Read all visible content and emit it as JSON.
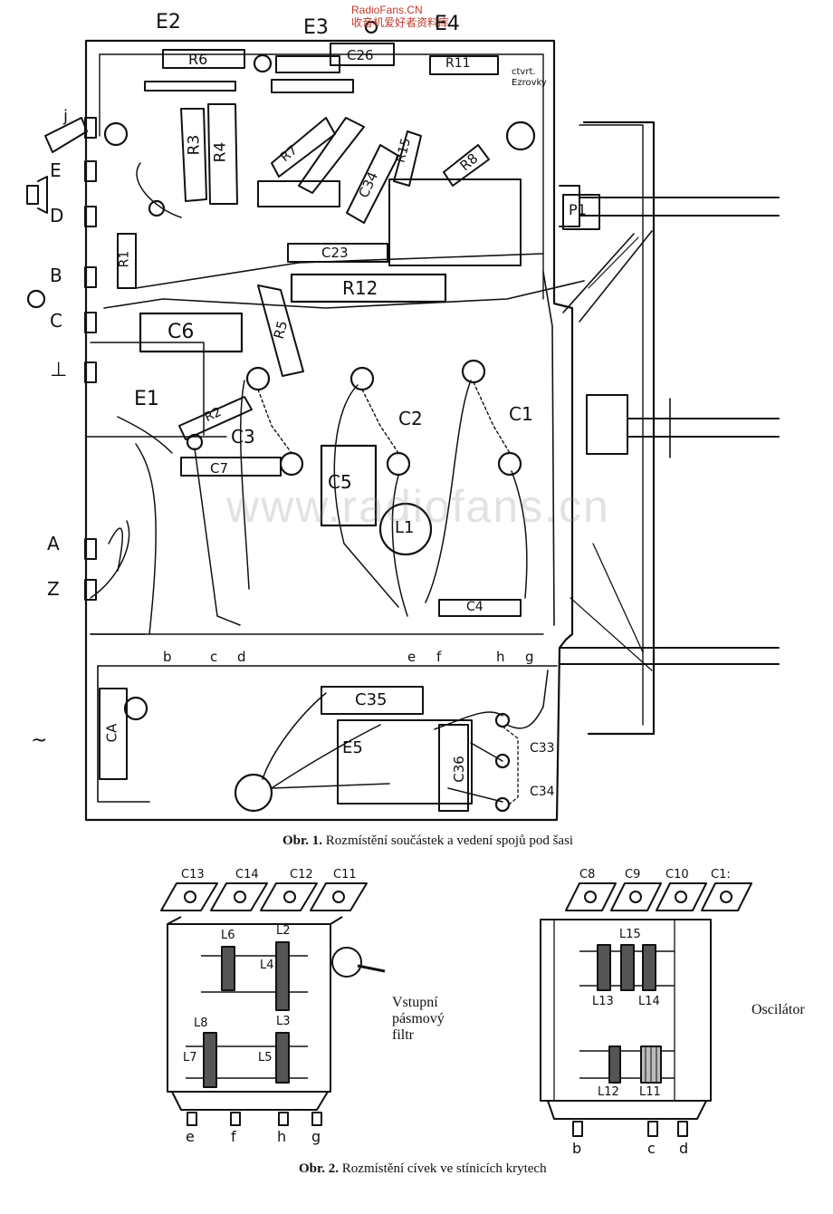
{
  "watermark": {
    "line1": "RadioFans.CN",
    "line2": "收音机爱好者资料库",
    "center": "www.radiofans.cn"
  },
  "fig1": {
    "caption_bold": "Obr. 1.",
    "caption_text": "Rozmístění součástek a vedení spojů pod šasi",
    "section_labels": [
      "E2",
      "E3",
      "E4",
      "E1",
      "E5"
    ],
    "side_terminals": [
      "j",
      "E",
      "D",
      "B",
      "C",
      "⊥",
      "A",
      "Z",
      "~"
    ],
    "resistors": [
      "R6",
      "R11",
      "R3",
      "R4",
      "R1",
      "R12",
      "R5",
      "R15",
      "R8",
      "R2",
      "R7",
      "C7"
    ],
    "capacitors": [
      "C26",
      "C23",
      "C34",
      "C6",
      "C3",
      "C2",
      "C1",
      "C5",
      "C4",
      "C35",
      "C36",
      "C33",
      "C34",
      "CA"
    ],
    "coil": "L1",
    "pot": "P1",
    "bottom_row": [
      "b",
      "c",
      "d",
      "e",
      "f",
      "h",
      "g"
    ],
    "note": "ctvrt. Ezrovky"
  },
  "fig2": {
    "caption_bold": "Obr. 2.",
    "caption_text": "Rozmístění cívek ve stínicích krytech",
    "left_block": {
      "trimmers": [
        "C13",
        "C14",
        "C12",
        "C11"
      ],
      "coils": [
        "L6",
        "L2",
        "L4",
        "L8",
        "L3",
        "L7",
        "L5"
      ],
      "pins": [
        "e",
        "f",
        "h",
        "g"
      ],
      "title_lines": [
        "Vstupní",
        "pásmový",
        "filtr"
      ]
    },
    "right_block": {
      "trimmers": [
        "C8",
        "C9",
        "C10",
        "C1:"
      ],
      "coils": [
        "L15",
        "L13",
        "L14",
        "L12",
        "L11"
      ],
      "pins": [
        "b",
        "c",
        "d"
      ],
      "title": "Oscilátor"
    }
  }
}
